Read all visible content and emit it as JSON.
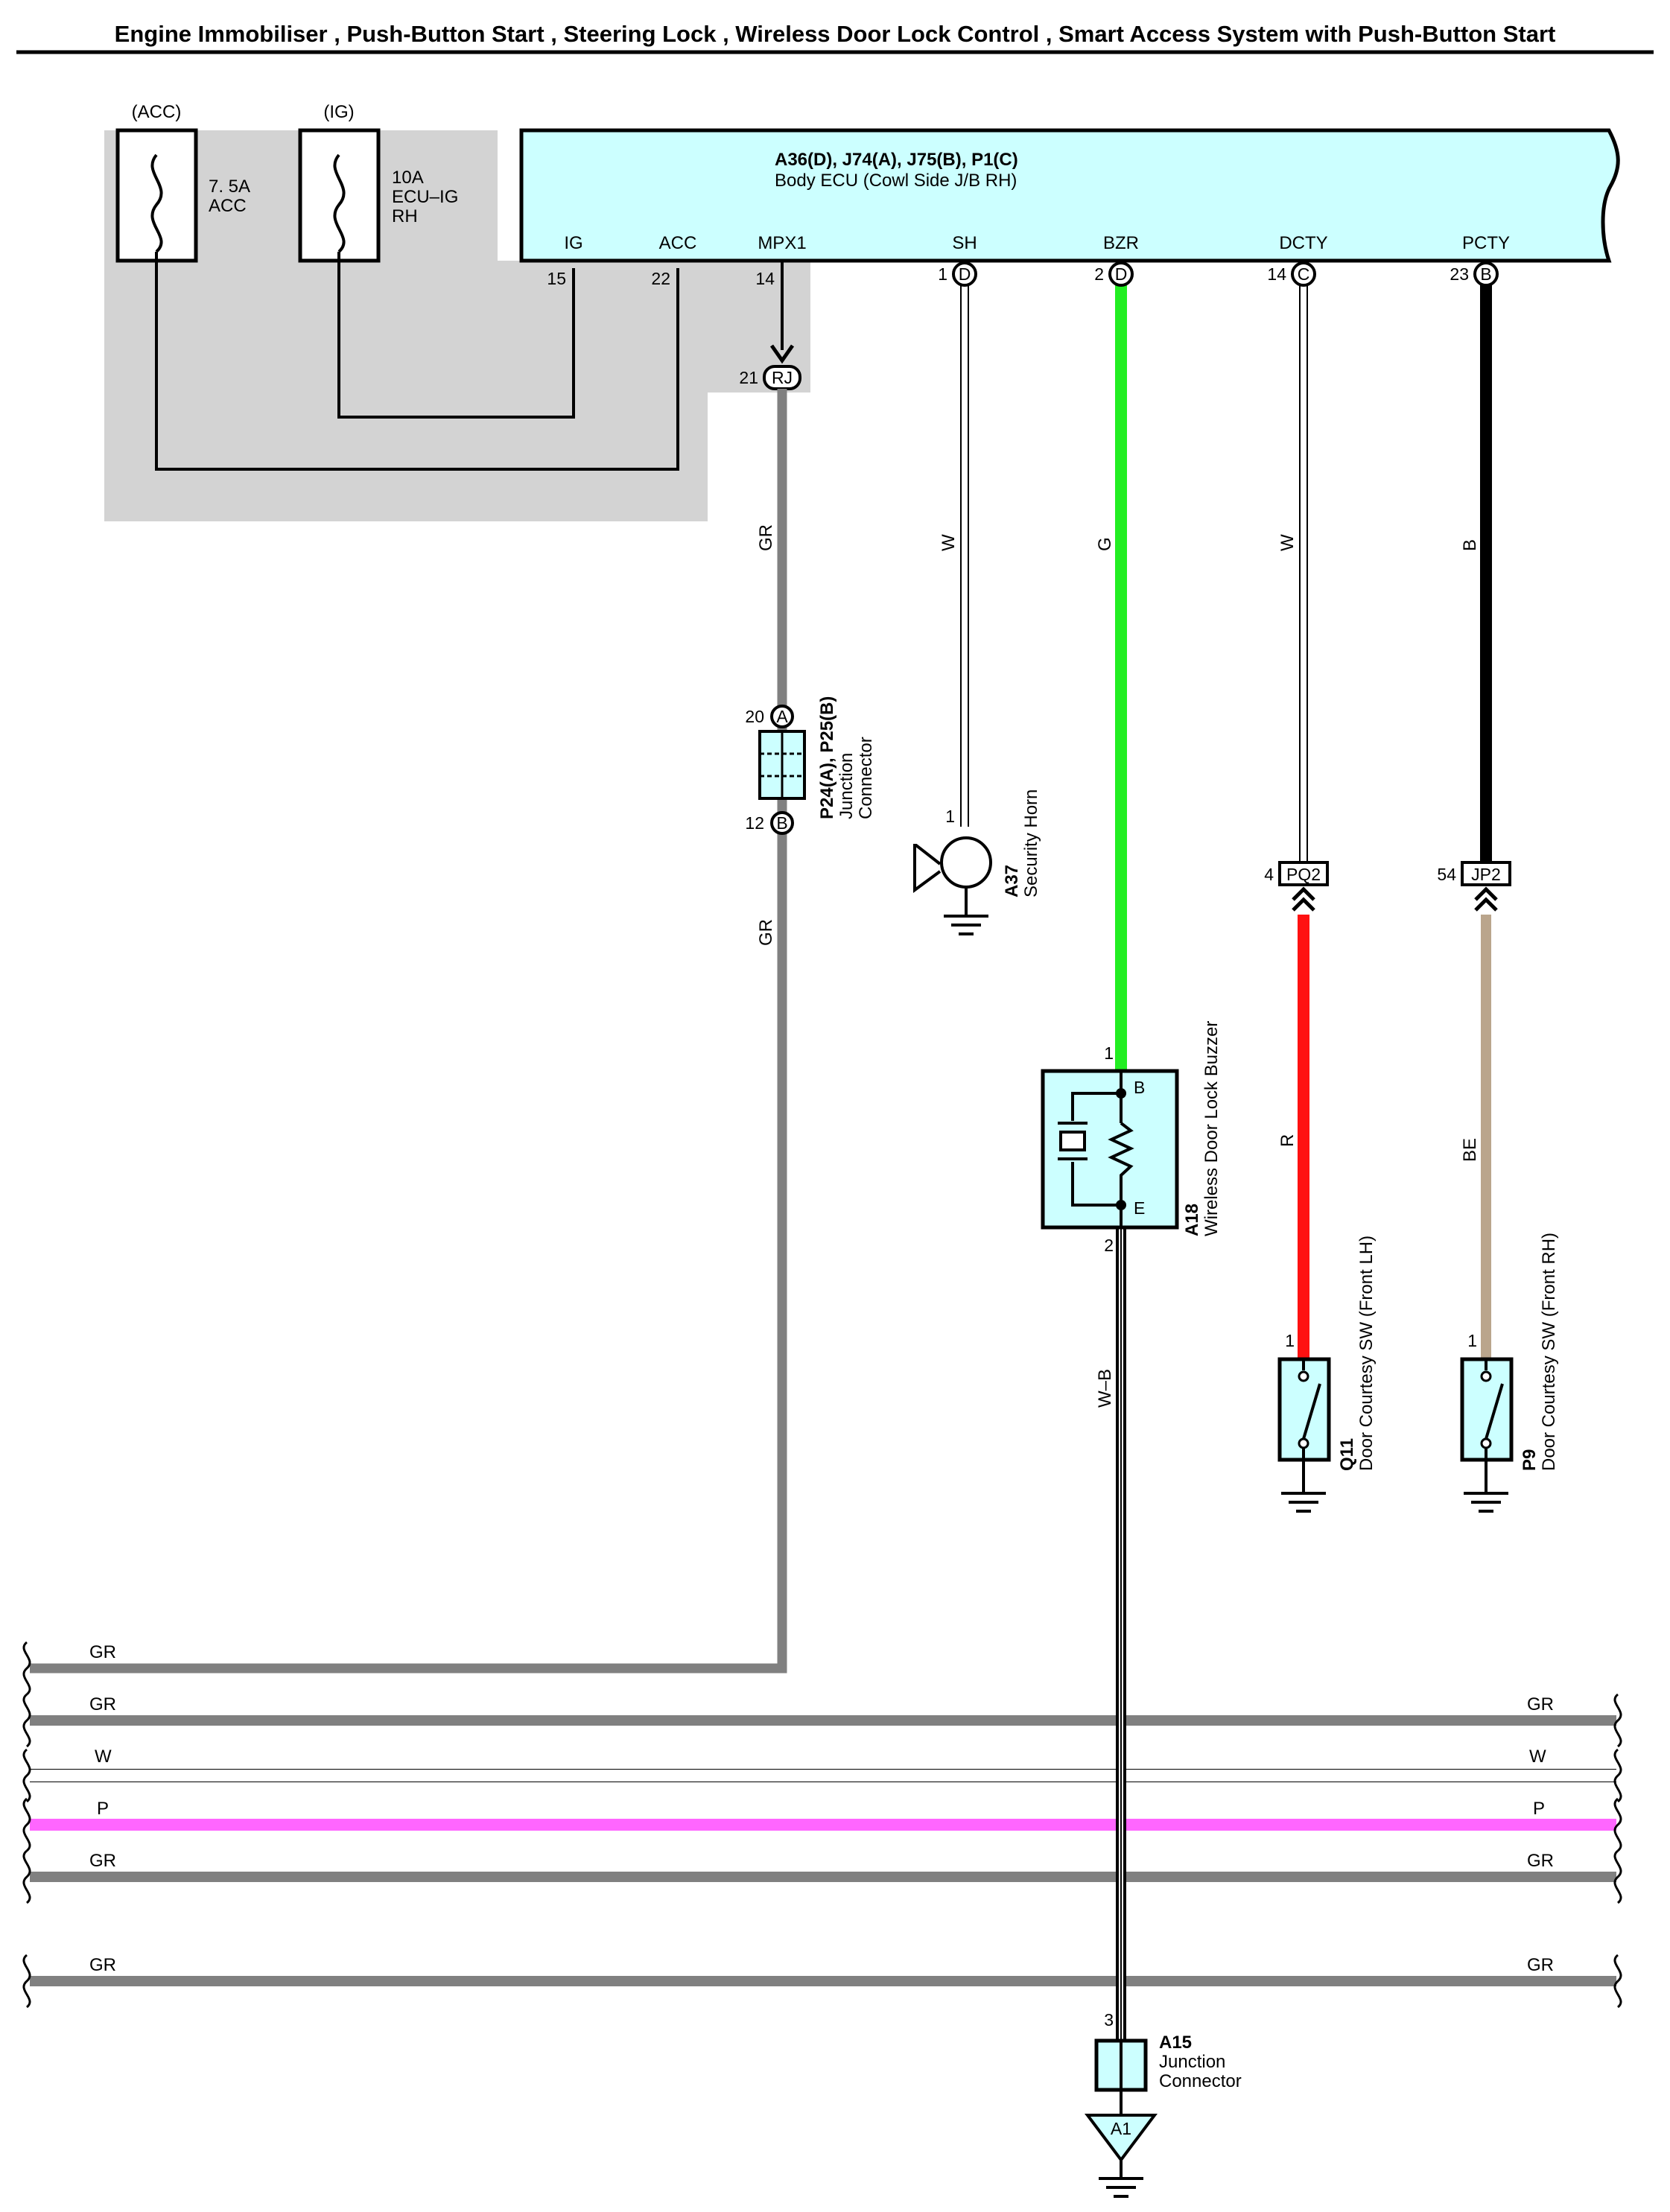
{
  "title": "Engine Immobiliser , Push-Button Start , Steering Lock , Wireless Door Lock Control , Smart Access System with Push-Button Start",
  "colors": {
    "ecu_fill": "#ccffff",
    "shade": "#d3d3d3",
    "wire_gr": "#808080",
    "wire_g": "#22ee22",
    "wire_r": "#ff1111",
    "wire_b": "#000000",
    "wire_be": "#baa58c",
    "wire_p": "#ff66ff",
    "wire_w": "#ffffff"
  },
  "fuses": [
    {
      "group": "(ACC)",
      "rating": "7. 5A",
      "name": "ACC"
    },
    {
      "group": "(IG)",
      "rating": "10A",
      "name": "ECU–IG",
      "name2": "RH"
    }
  ],
  "body_ecu": {
    "code": "A36(D), J74(A), J75(B), P1(C)",
    "name": "Body ECU (Cowl Side J/B RH)",
    "terminals": [
      {
        "name": "IG",
        "pin": "15"
      },
      {
        "name": "ACC",
        "pin": "22"
      },
      {
        "name": "MPX1",
        "pin": "14"
      },
      {
        "name": "SH",
        "pin": "1",
        "conn": "D"
      },
      {
        "name": "BZR",
        "pin": "2",
        "conn": "D"
      },
      {
        "name": "DCTY",
        "pin": "14",
        "conn": "C"
      },
      {
        "name": "PCTY",
        "pin": "23",
        "conn": "B"
      }
    ]
  },
  "connectors": {
    "rj": {
      "pin": "21",
      "code": "RJ"
    },
    "pq2": {
      "pin": "4",
      "code": "PQ2"
    },
    "jp2": {
      "pin": "54",
      "code": "JP2"
    }
  },
  "junction_p24": {
    "code": "P24(A), P25(B)",
    "line1": "Junction",
    "line2": "Connector",
    "top_pin": "20",
    "top_conn": "A",
    "bottom_pin": "12",
    "bottom_conn": "B"
  },
  "horn": {
    "code": "A37",
    "name": "Security Horn",
    "pin": "1"
  },
  "buzzer": {
    "code": "A18",
    "name": "Wireless Door Lock Buzzer",
    "pin_top": "1",
    "pin_bottom": "2",
    "term_b": "B",
    "term_e": "E"
  },
  "switch_q11": {
    "code": "Q11",
    "name": "Door Courtesy SW (Front LH)",
    "pin": "1"
  },
  "switch_p9": {
    "code": "P9",
    "name": "Door Courtesy SW (Front RH)",
    "pin": "1"
  },
  "junction_a15": {
    "code": "A15",
    "line1": "Junction",
    "line2": "Connector",
    "pin": "3"
  },
  "ground_a1": "A1",
  "wire_labels": {
    "mpx1_upper": "GR",
    "mpx1_lower": "GR",
    "sh": "W",
    "bzr": "G",
    "dcty": "W",
    "pcty": "B",
    "q11": "R",
    "p9": "BE",
    "buzzer_ground": "W–B"
  },
  "bus_lines": [
    {
      "left": "GR",
      "right": ""
    },
    {
      "left": "GR",
      "right": "GR"
    },
    {
      "left": "W",
      "right": "W"
    },
    {
      "left": "P",
      "right": "P"
    },
    {
      "left": "GR",
      "right": "GR"
    },
    {
      "left": "GR",
      "right": "GR"
    }
  ]
}
